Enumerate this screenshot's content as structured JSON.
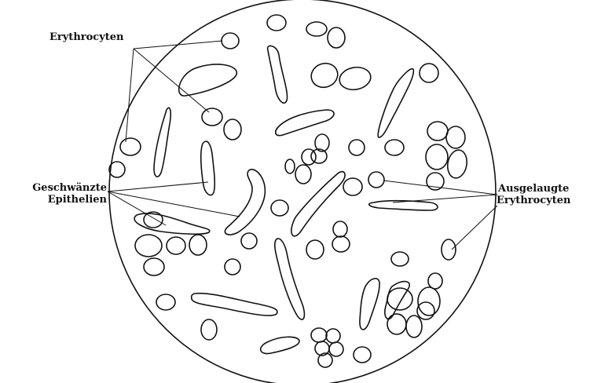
{
  "labels": {
    "erythrocyten": "Erythrocyten",
    "geschwaenzte_line1": "Geschwänzte",
    "geschwaenzte_line2": "Epithelien",
    "ausgelaugte_line1": "Ausgelaugte",
    "ausgelaugte_line2": "Erythrocyten"
  }
}
